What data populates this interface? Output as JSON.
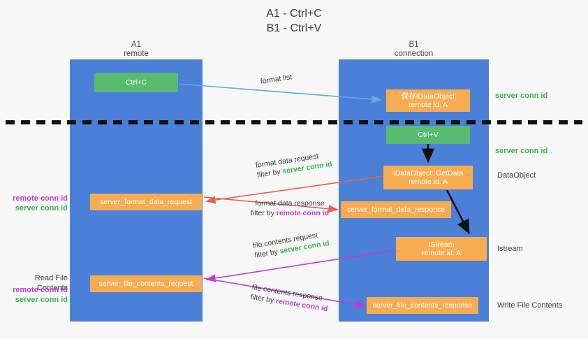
{
  "title": {
    "line1": "A1 - Ctrl+C",
    "line2": "B1 - Ctrl+V"
  },
  "lanes": [
    {
      "name": "A1",
      "sub": "remote"
    },
    {
      "name": "B1",
      "sub": "connection"
    }
  ],
  "boxes": {
    "ctrl_c": {
      "line1": "Ctrl+C",
      "line2": ""
    },
    "ctrl_v": {
      "line1": "Ctrl+V",
      "line2": ""
    },
    "set_dataobject": {
      "line1": "保存IDataObject",
      "line2": "remote id: A"
    },
    "getdata": {
      "line1": "IDataObject::GetData",
      "line2": "remote id: A"
    },
    "istream": {
      "line1": "IStream",
      "line2": "remote id: A"
    },
    "server_format_data_request": {
      "line1": "server_format_data_request",
      "line2": ""
    },
    "server_format_data_response": {
      "line1": "server_format_data_response",
      "line2": ""
    },
    "server_file_contents_request": {
      "line1": "server_file_contents_request",
      "line2": ""
    },
    "server_file_contents_response": {
      "line1": "server_file_contents_response",
      "line2": ""
    }
  },
  "edge_labels": {
    "format_list": {
      "line1": "format list",
      "line2": ""
    },
    "format_data_request": {
      "line1": "format data request",
      "filter_prefix": "filter by ",
      "filter_key": "server conn id"
    },
    "format_data_response": {
      "line1": "format data response",
      "filter_prefix": "filter by ",
      "filter_key": "remote conn id"
    },
    "file_contents_request": {
      "line1": "file contents request",
      "filter_prefix": "filter by ",
      "filter_key": "server conn id"
    },
    "file_contents_response": {
      "line1": "file contents response",
      "filter_prefix": "filter by ",
      "filter_key": "remote conn id"
    }
  },
  "annotations": {
    "server_conn_id_top": "server conn id",
    "server_conn_id_mid": "server conn id",
    "dataobject": "DataObject",
    "istream": "Istream",
    "write_file_contents": "Write File Contents",
    "read_file_contents": "Read File Contents",
    "left_ids_1": {
      "remote": "remote conn id",
      "server": "server conn id"
    },
    "left_ids_2": {
      "remote": "remote conn id",
      "server": "server conn id"
    }
  },
  "colors": {
    "lane": "#4a80d8",
    "green_box": "#57bb70",
    "orange_box": "#f8ac51",
    "green_text": "#3cb44b",
    "magenta_text": "#c13ccf",
    "arrow_blue": "#5aaee0",
    "arrow_red": "#e8604c",
    "arrow_magenta": "#c13ccf",
    "arrow_black": "#111111",
    "divider": "#111111",
    "background": "#f7f7f7"
  }
}
